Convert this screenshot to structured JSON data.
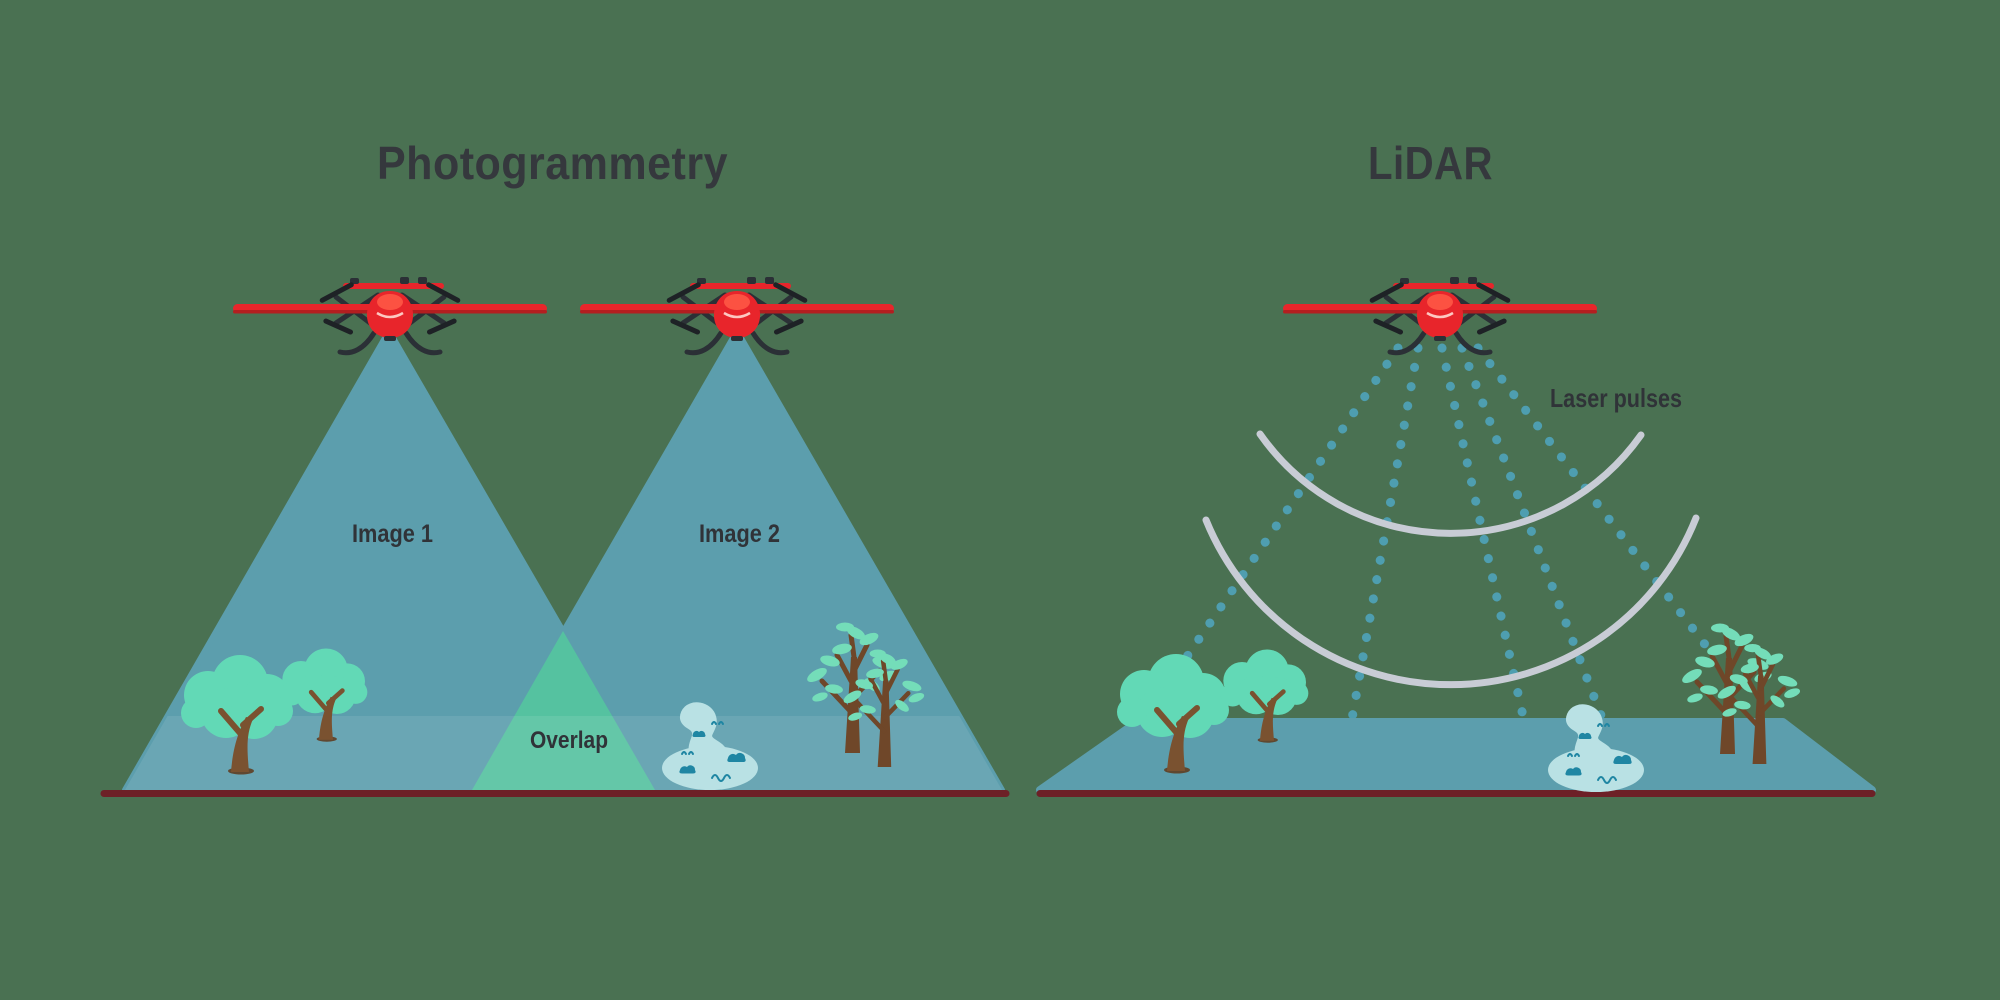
{
  "diagram": {
    "left_panel": {
      "title": "Photogrammetry",
      "cone1_label": "Image 1",
      "cone2_label": "Image 2",
      "overlap_label": "Overlap"
    },
    "right_panel": {
      "title": "LiDAR",
      "laser_label": "Laser pulses"
    },
    "colors": {
      "background_green": "#4a7152",
      "cone_teal": "#5c9ead",
      "overlap_green": "#55c2a0",
      "ground_line_maroon": "#6d2027",
      "foliage_mint": "#62d9b6",
      "leaf_mint": "#74ddb9",
      "trunk_brown": "#7a5230",
      "pond_blue": "#b9e1e4",
      "pond_detail_teal": "#1f86a3",
      "laser_dot_teal": "#4fa2b8",
      "wavefront_silver": "#c8ccd5",
      "text_dark": "#35383d",
      "drone_red": "#e8252b"
    },
    "icons": [
      "drone-icon",
      "round-tree-icon",
      "branch-tree-icon",
      "pond-icon",
      "laser-ray",
      "wavefront-arc"
    ]
  }
}
